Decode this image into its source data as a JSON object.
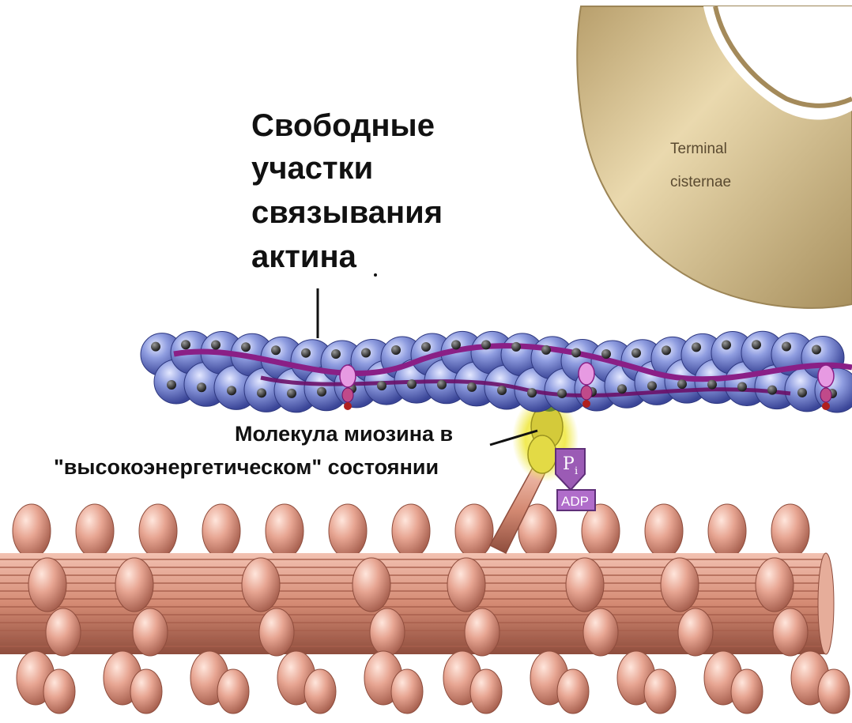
{
  "labels": {
    "binding_sites": {
      "lines": [
        "Свободные",
        "участки",
        "связывания",
        "актина"
      ]
    },
    "terminal_cisternae": {
      "lines": [
        "Terminal",
        "cisternae"
      ]
    },
    "myosin": {
      "lines": [
        "Молекула миозина в",
        "\"высокоэнергетическом\" состоянии"
      ]
    },
    "pi": {
      "main": "P",
      "sub": "i"
    },
    "adp": "ADP"
  },
  "colors": {
    "actin_bead": "#7f8fd6",
    "actin_bead_dark": "#3c4aa0",
    "binding_site": "#3a3a3a",
    "tropomyosin": "#8a1f86",
    "troponin": "#e090e0",
    "myosin_filament": "#d9907a",
    "myosin_head": "#e8a898",
    "myosin_glow": "#f4f060",
    "pi_badge": "#9b5bb5",
    "cisternae": "#cdb788"
  },
  "icons": [
    "actin-filament-icon",
    "thick-filament-icon",
    "terminal-cisternae-icon",
    "myosin-head-icon",
    "pi-badge-icon",
    "adp-badge-icon"
  ]
}
